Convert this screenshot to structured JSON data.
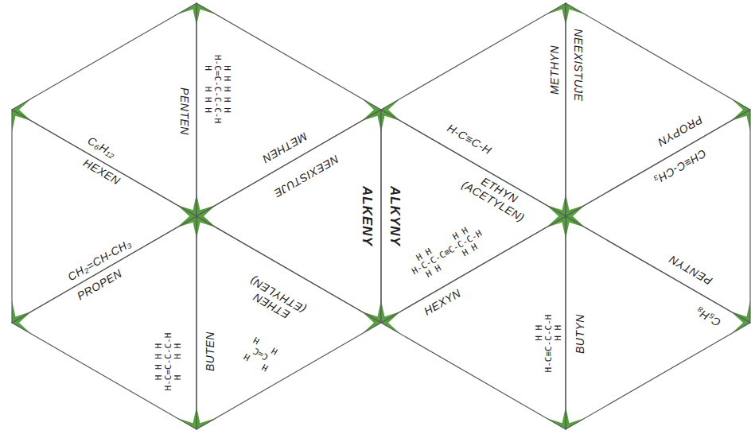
{
  "diagram": {
    "nodes": [
      {
        "text": [
          "C₆H₁₂",
          "PENTEN"
        ]
      },
      {
        "text": [
          "  H H H H H",
          "H-C=C-C-C-C-H",
          "  H   H H H",
          "METHEN"
        ]
      },
      {
        "text": [
          "NEEXISTUJE",
          "ALKENY"
        ]
      },
      {
        "text": [
          "ETHEN (ETHYLEN)",
          "H   H",
          " C=C",
          "H   H",
          "BUTEN"
        ]
      },
      {
        "text": [
          "  H H H H",
          "H-C=C-C-C-H",
          "  H   H H",
          "PROPEN"
        ]
      },
      {
        "text": [
          "CH₂=CH-CH₃",
          "HEXEN"
        ]
      },
      {
        "text": [
          "H-C≡C-H",
          "METHYN"
        ]
      },
      {
        "text": [
          "NEEXISTUJE",
          "PROPYN"
        ]
      },
      {
        "text": [
          "CH≡C-CH₃",
          "PENTYN"
        ]
      },
      {
        "text": [
          "C₅H₈",
          "BUTYN"
        ]
      },
      {
        "text": [
          "      H H",
          "H-C≡C-C-C-H",
          "      H H",
          "HEXYN"
        ]
      },
      {
        "text": [
          "  H H     H H",
          "H-C-C-C≡C-C-C-H",
          "  H H     H H",
          "ETHYN (ACETYLEN)",
          "ALKYNY"
        ]
      }
    ]
  }
}
